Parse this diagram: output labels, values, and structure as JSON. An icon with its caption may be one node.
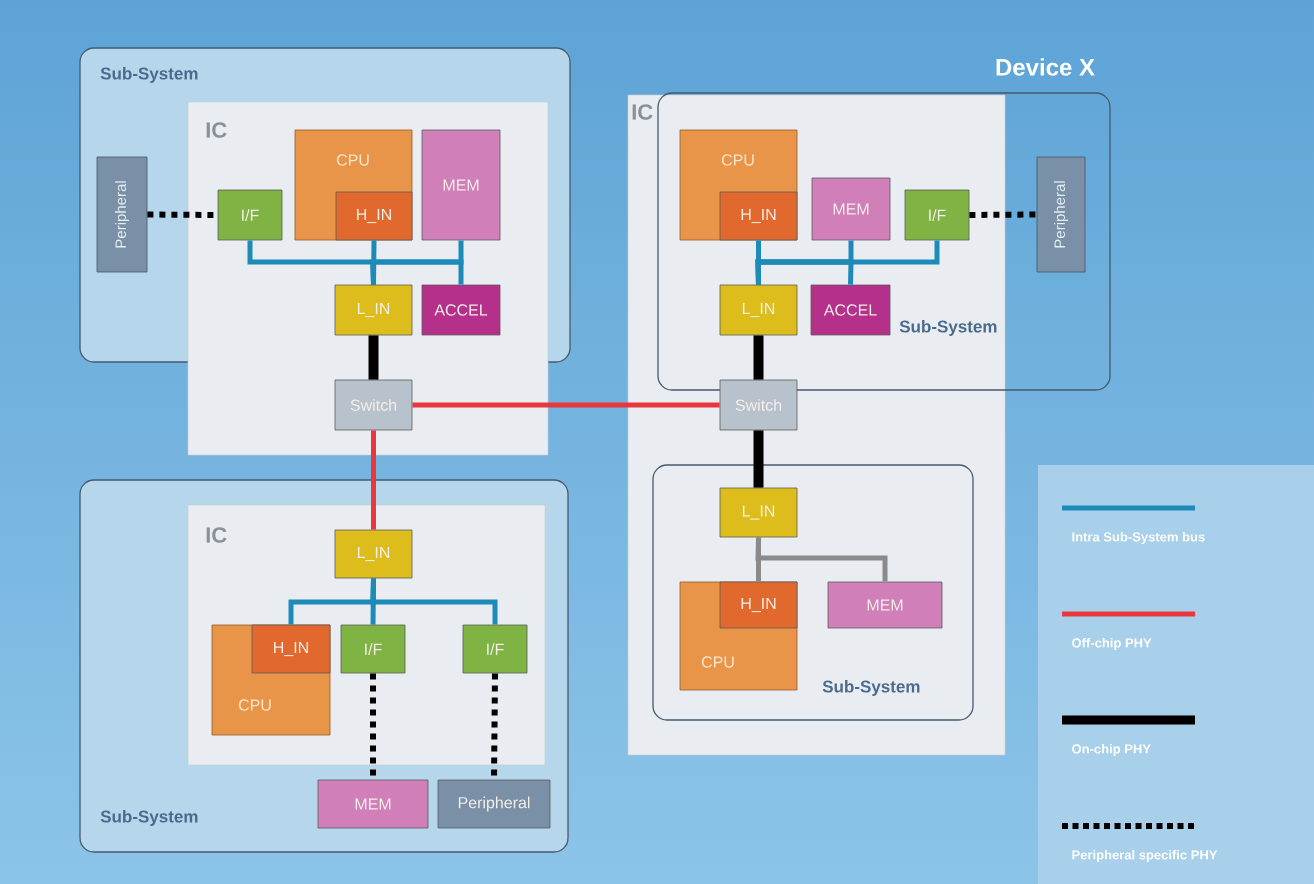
{
  "diagram": {
    "title": "Device X",
    "nodes": [
      {
        "text": [
          "Sub-System"
        ]
      },
      {
        "text": [
          "Peripheral"
        ],
        "in": 0
      },
      {
        "text": [
          "IC"
        ]
      },
      {
        "text": [
          "CPU"
        ]
      },
      {
        "text": [
          "H_IN"
        ],
        "in": 3
      },
      {
        "text": [
          "MEM"
        ]
      },
      {
        "text": [
          "I/F"
        ]
      },
      {
        "text": [
          "L_IN"
        ]
      },
      {
        "text": [
          "ACCEL"
        ]
      },
      {
        "text": [
          "Switch"
        ],
        "in": 2
      },
      {
        "text": [
          "IC"
        ]
      },
      {
        "text": [
          "Sub-System"
        ]
      },
      {
        "text": [
          "CPU"
        ]
      },
      {
        "text": [
          "H_IN"
        ],
        "in": 12
      },
      {
        "text": [
          "MEM"
        ]
      },
      {
        "text": [
          "I/F"
        ]
      },
      {
        "text": [
          "Peripheral"
        ],
        "in": 11
      },
      {
        "text": [
          "L_IN"
        ]
      },
      {
        "text": [
          "ACCEL"
        ]
      },
      {
        "text": [
          "Switch"
        ],
        "in": 10
      },
      {
        "text": [
          "Sub-System"
        ],
        "in": 10
      },
      {
        "text": [
          "L_IN"
        ],
        "in": 20
      },
      {
        "text": [
          "CPU"
        ],
        "in": 20
      },
      {
        "text": [
          "H_IN"
        ],
        "in": 22
      },
      {
        "text": [
          "MEM"
        ],
        "in": 20
      },
      {
        "text": [
          "Sub-System"
        ]
      },
      {
        "text": [
          "IC"
        ],
        "in": 25
      },
      {
        "text": [
          "L_IN"
        ],
        "in": 26
      },
      {
        "text": [
          "CPU"
        ],
        "in": 26
      },
      {
        "text": [
          "H_IN"
        ],
        "in": 28
      },
      {
        "text": [
          "I/F"
        ],
        "in": 26
      },
      {
        "text": [
          "I/F"
        ],
        "in": 26
      },
      {
        "text": [
          "MEM"
        ],
        "in": 25
      },
      {
        "text": [
          "Peripheral"
        ],
        "in": 25
      }
    ],
    "edges": [
      {
        "from": 1,
        "to": 6,
        "arrow": "none",
        "style": "dashed",
        "color": "#000000"
      },
      {
        "from": 7,
        "to": 6,
        "arrow": "none"
      },
      {
        "from": 7,
        "to": 4,
        "arrow": "none"
      },
      {
        "from": 7,
        "to": 5,
        "arrow": "none"
      },
      {
        "from": 7,
        "to": 8,
        "arrow": "none"
      },
      {
        "from": 7,
        "to": 9,
        "arrow": "none",
        "style": "thick",
        "color": "#000000"
      },
      {
        "from": 9,
        "to": 19,
        "arrow": "none",
        "color": "#e8383d"
      },
      {
        "from": 9,
        "to": 27,
        "arrow": "none",
        "color": "#e8383d"
      },
      {
        "from": 15,
        "to": 16,
        "arrow": "none",
        "style": "dashed",
        "color": "#000000"
      },
      {
        "from": 17,
        "to": 13,
        "arrow": "none"
      },
      {
        "from": 17,
        "to": 14,
        "arrow": "none"
      },
      {
        "from": 17,
        "to": 15,
        "arrow": "none"
      },
      {
        "from": 17,
        "to": 18,
        "arrow": "none"
      },
      {
        "from": 17,
        "to": 19,
        "arrow": "none",
        "style": "thick",
        "color": "#000000"
      },
      {
        "from": 19,
        "to": 21,
        "arrow": "none",
        "style": "thick",
        "color": "#000000"
      },
      {
        "from": 21,
        "to": 23,
        "arrow": "none",
        "color": "#8a8a8a"
      },
      {
        "from": 21,
        "to": 24,
        "arrow": "none",
        "color": "#8a8a8a"
      },
      {
        "from": 27,
        "to": 29,
        "arrow": "none"
      },
      {
        "from": 27,
        "to": 30,
        "arrow": "none"
      },
      {
        "from": 27,
        "to": 31,
        "arrow": "none"
      },
      {
        "from": 30,
        "to": 32,
        "arrow": "none",
        "style": "dashed",
        "color": "#000000"
      },
      {
        "from": 31,
        "to": 33,
        "arrow": "none",
        "style": "dashed",
        "color": "#000000"
      }
    ],
    "legend": [
      {
        "text": "Intra Sub-System bus"
      },
      {
        "text": "Off-chip PHY"
      },
      {
        "text": "On-chip PHY"
      },
      {
        "text": "Peripheral specific PHY"
      }
    ]
  }
}
